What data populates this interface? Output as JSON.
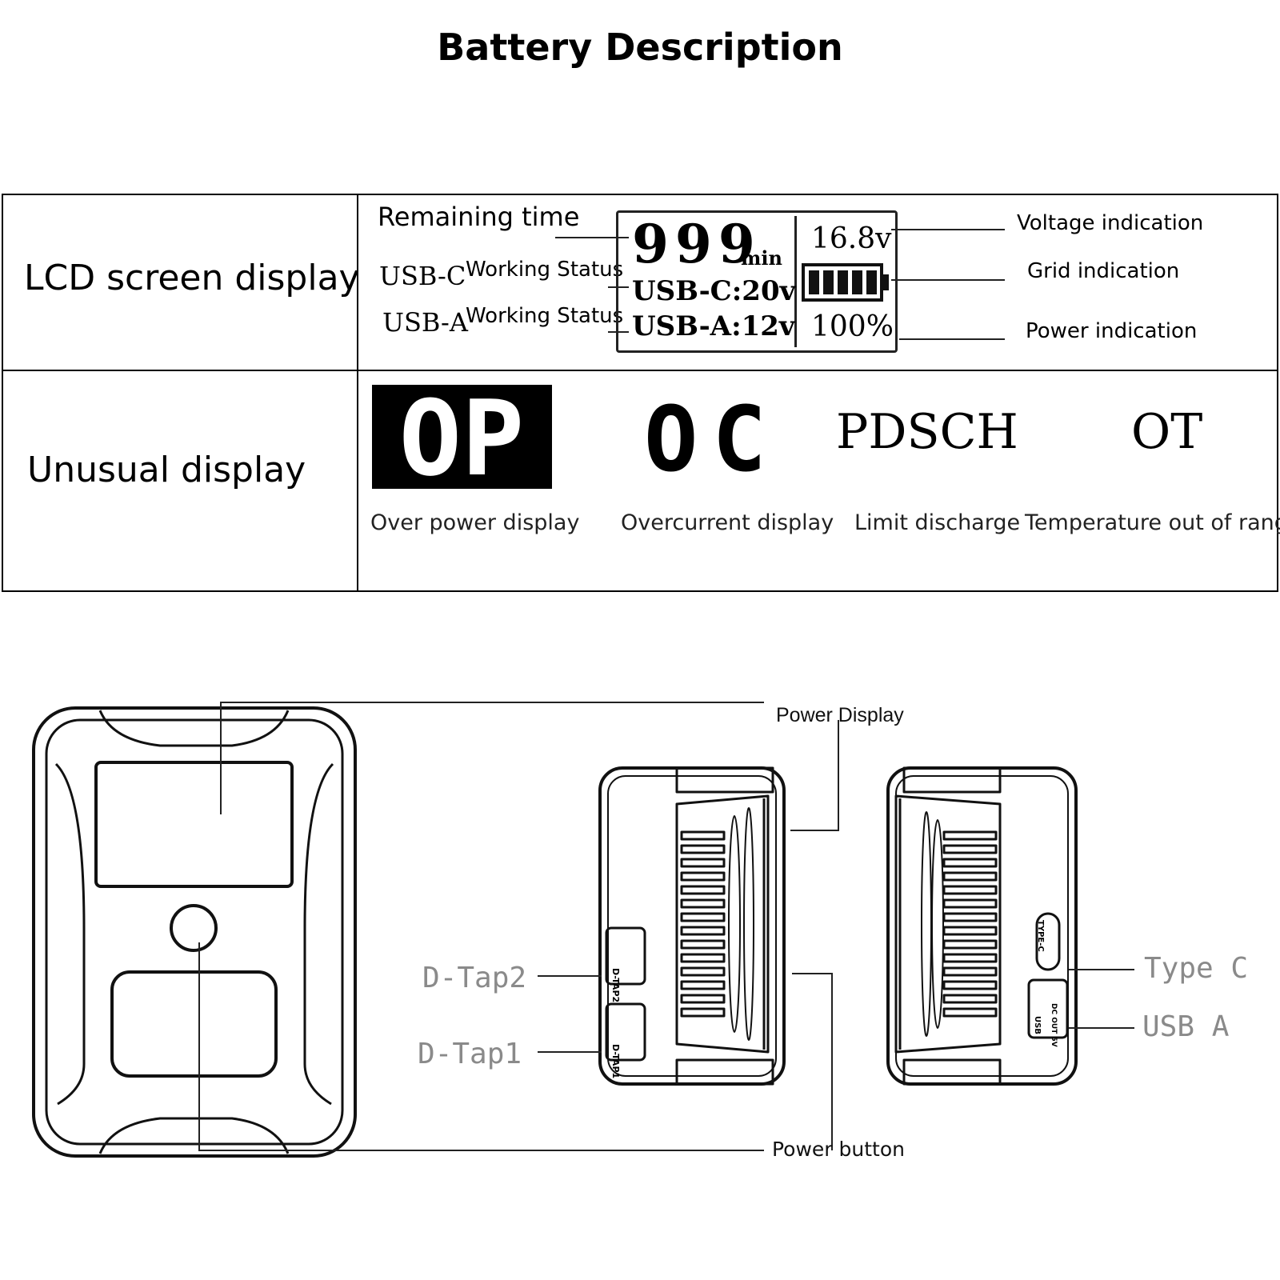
{
  "page": {
    "title": "Battery Description"
  },
  "table": {
    "row1": {
      "heading": "LCD screen display",
      "left_labels": {
        "remaining_time": "Remaining time",
        "usb_c_prefix": "USB-C",
        "usb_c_suffix": "Working Status",
        "usb_a_prefix": "USB-A",
        "usb_a_suffix": "Working Status"
      },
      "lcd": {
        "time_value": "999",
        "time_unit": "min",
        "usb_c_line": "USB-C:20v",
        "usb_a_line": "USB-A:12v",
        "voltage": "16.8v",
        "battery_bars": 5,
        "percent": "100%"
      },
      "right_labels": {
        "voltage": "Voltage indication",
        "grid": "Grid indication",
        "power": "Power indication"
      }
    },
    "row2": {
      "heading": "Unusual display",
      "codes": [
        {
          "code": "OP",
          "caption": "Over power display"
        },
        {
          "code": "OC",
          "caption": "Overcurrent display"
        },
        {
          "code": "PDSCH",
          "caption": "Limit discharge"
        },
        {
          "code": "OT",
          "caption": "Temperature out of range"
        }
      ]
    }
  },
  "drawing": {
    "labels": {
      "power_display": "Power Display",
      "power_button": "Power button",
      "dtap2": "D-Tap2",
      "dtap1": "D-Tap1",
      "type_c": "Type C",
      "usb_a": "USB A"
    },
    "port_marks": {
      "dtap2": "D-TAP2",
      "dtap1": "D-TAP1",
      "type_c": "TYPE-C",
      "usb": "USB",
      "dc_out": "DC OUT 5V"
    }
  }
}
